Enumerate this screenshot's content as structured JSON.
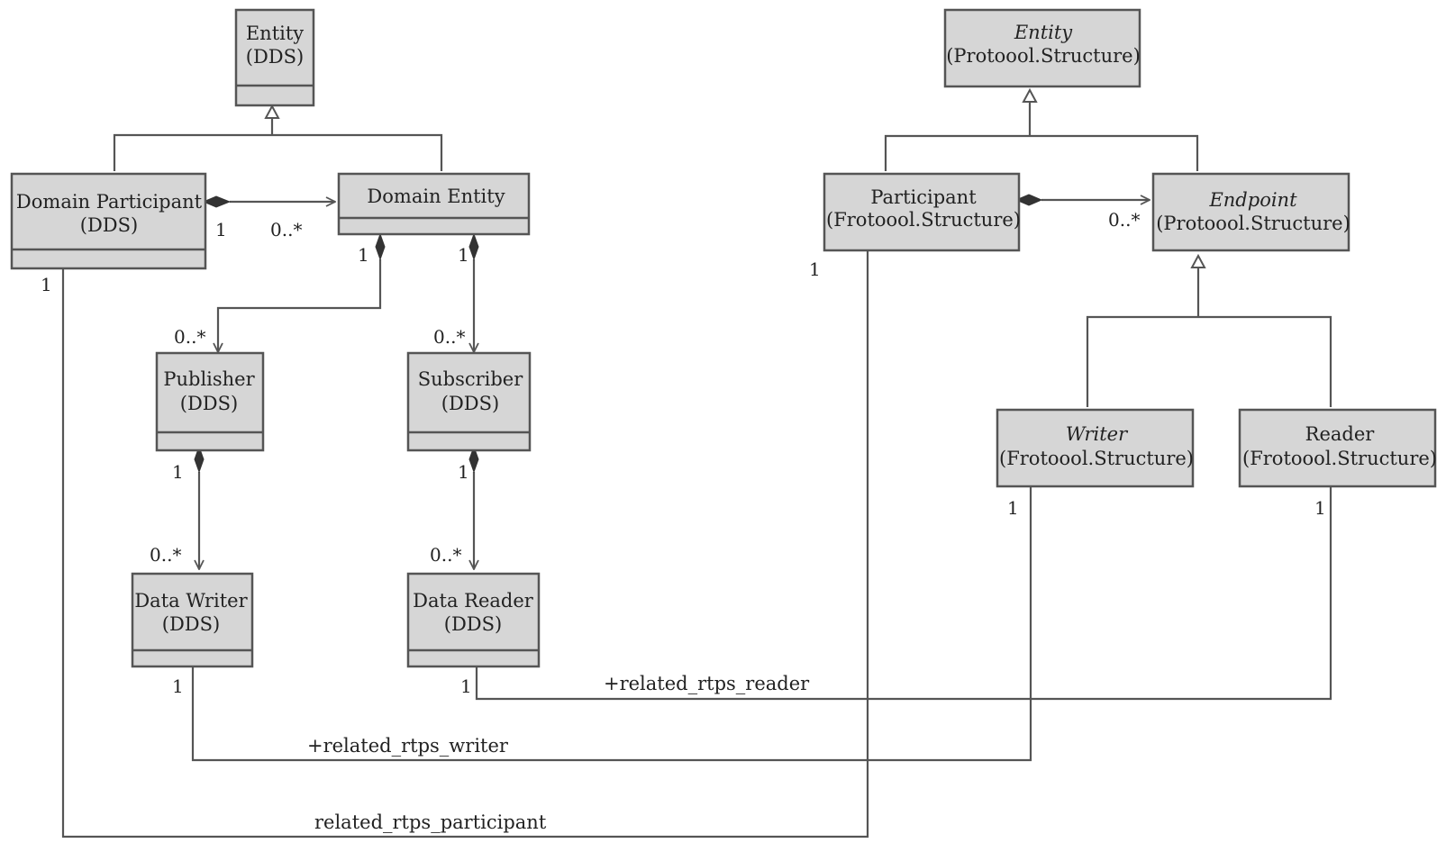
{
  "colors": {
    "box_fill": "#d6d6d6",
    "box_stroke": "#555555",
    "line": "#555555",
    "text": "#222222"
  },
  "classes": {
    "entity_dds": {
      "line1": "Entity",
      "line2": "(DDS)",
      "italic": false
    },
    "domain_participant": {
      "line1": "Domain Participant",
      "line2": "(DDS)",
      "italic": false
    },
    "domain_entity": {
      "line1": "Domain Entity",
      "line2": "",
      "italic": false
    },
    "publisher": {
      "line1": "Publisher",
      "line2": "(DDS)",
      "italic": false
    },
    "subscriber": {
      "line1": "Subscriber",
      "line2": "(DDS)",
      "italic": false
    },
    "data_writer": {
      "line1": "Data Writer",
      "line2": "(DDS)",
      "italic": false
    },
    "data_reader": {
      "line1": "Data Reader",
      "line2": "(DDS)",
      "italic": false
    },
    "entity_rtps": {
      "line1": "Entity",
      "line2": "(Protoool.Structure)",
      "italic": true
    },
    "participant_rtps": {
      "line1": "Participant",
      "line2": "(Frotoool.Structure)",
      "italic": false
    },
    "endpoint_rtps": {
      "line1": "Endpoint",
      "line2": "(Protoool.Structure)",
      "italic": true
    },
    "writer_rtps": {
      "line1": "Writer",
      "line2": "(Frotoool.Structure)",
      "italic": true
    },
    "reader_rtps": {
      "line1": "Reader",
      "line2": "(Frotoool.Structure)",
      "italic": false
    }
  },
  "multiplicities": {
    "dp_to_de_source": "1",
    "dp_to_de_target": "0..*",
    "de_to_pub_source": "1",
    "de_to_sub_source": "1",
    "pub_target": "0..*",
    "sub_target": "0..*",
    "pub_to_dw_source": "1",
    "dw_target": "0..*",
    "sub_to_dr_source": "1",
    "dr_target": "0..*",
    "dp_participant_end": "1",
    "dw_writer_end": "1",
    "dr_reader_end": "1",
    "participant_end": "1",
    "participant_to_endpoint_target": "0..*",
    "writer_end": "1",
    "reader_end": "1"
  },
  "associations": {
    "reader": "+related_rtps_reader",
    "writer": "+related_rtps_writer",
    "participant": "related_rtps_participant"
  }
}
